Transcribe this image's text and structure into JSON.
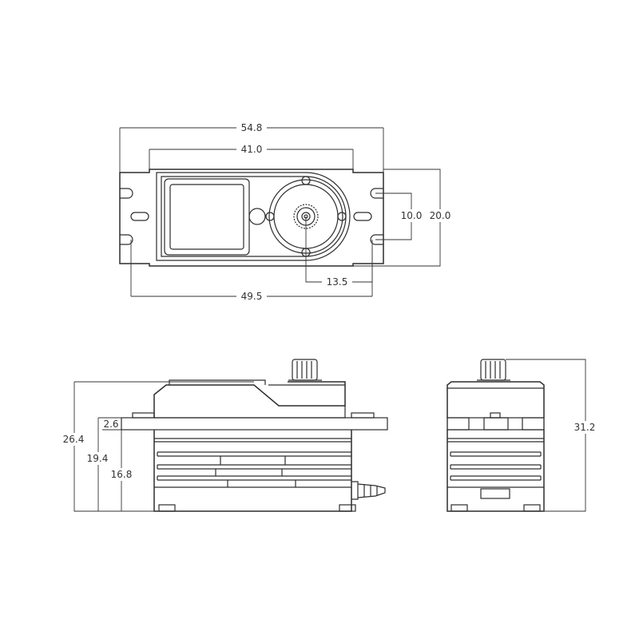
{
  "top_view": {
    "dim_overall_length": "54.8",
    "dim_case_length": "41.0",
    "dim_mount_hole_spacing": "49.5",
    "dim_output_shaft_offset": "13.5",
    "dim_mount_hole_gap": "10.0",
    "dim_width": "20.0"
  },
  "side_view": {
    "dim_total_height": "26.4",
    "dim_tab_height": "19.4",
    "dim_lower_case_height": "16.8",
    "dim_tab_thickness": "2.6"
  },
  "end_view": {
    "dim_overall_height": "31.2"
  }
}
